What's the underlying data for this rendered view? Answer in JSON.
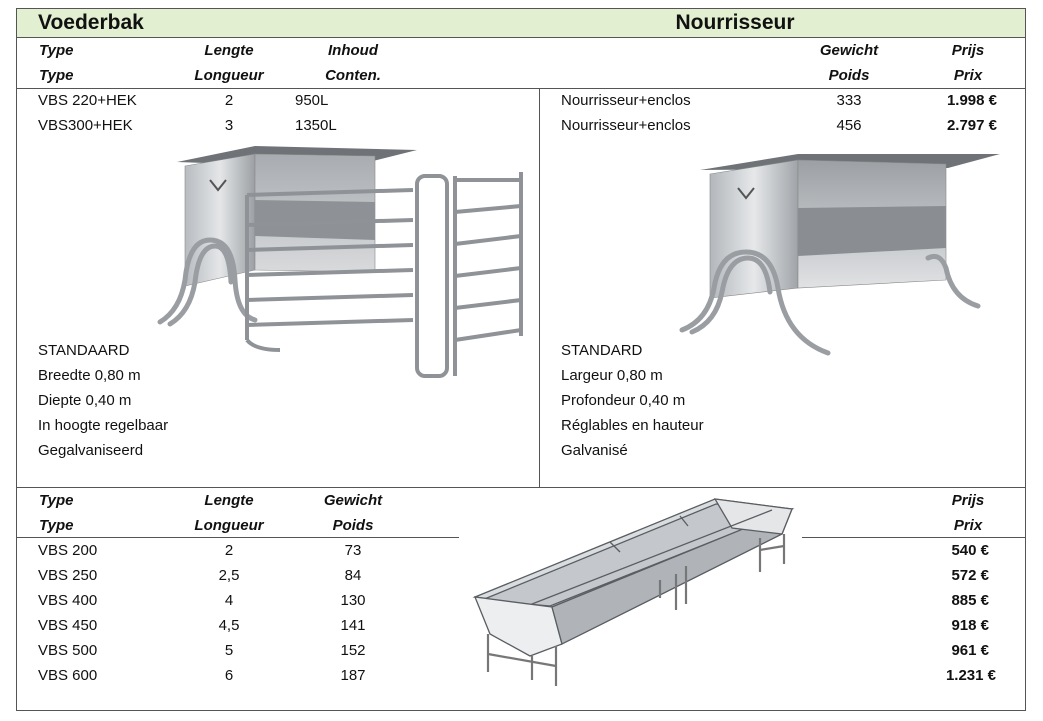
{
  "titles": {
    "left": "Voederbak",
    "right": "Nourrisseur"
  },
  "top_table": {
    "headers_nl": {
      "type": "Type",
      "length": "Lengte",
      "content": "Inhoud",
      "weight": "Gewicht",
      "price": "Prijs"
    },
    "headers_fr": {
      "type": "Type",
      "length": "Longueur",
      "content": "Conten.",
      "weight": "Poids",
      "price": "Prix"
    },
    "rows_nl": [
      {
        "type": "VBS 220+HEK",
        "length": "2",
        "content": "950L"
      },
      {
        "type": "VBS300+HEK",
        "length": "3",
        "content": "1350L"
      }
    ],
    "rows_fr": [
      {
        "name": "Nourrisseur+enclos",
        "weight": "333",
        "price": "1.998 €"
      },
      {
        "name": "Nourrisseur+enclos",
        "weight": "456",
        "price": "2.797 €"
      }
    ],
    "specs_nl": [
      "STANDAARD",
      "Breedte  0,80 m",
      "Diepte 0,40 m",
      "In hoogte regelbaar",
      "Gegalvaniseerd"
    ],
    "specs_fr": [
      "STANDARD",
      "Largeur 0,80 m",
      "Profondeur 0,40 m",
      "Réglables en hauteur",
      "Galvanisé"
    ]
  },
  "bottom_table": {
    "headers_nl": {
      "type": "Type",
      "length": "Lengte",
      "weight": "Gewicht",
      "price": "Prijs"
    },
    "headers_fr": {
      "type": "Type",
      "length": "Longueur",
      "weight": "Poids",
      "price": "Prix"
    },
    "rows": [
      {
        "type": "VBS 200",
        "length": "2",
        "weight": "73",
        "price": "540 €"
      },
      {
        "type": "VBS 250",
        "length": "2,5",
        "weight": "84",
        "price": "572 €"
      },
      {
        "type": "VBS 400",
        "length": "4",
        "weight": "130",
        "price": "885 €"
      },
      {
        "type": "VBS 450",
        "length": "4,5",
        "weight": "141",
        "price": "918 €"
      },
      {
        "type": "VBS 500",
        "length": "5",
        "weight": "152",
        "price": "961 €"
      },
      {
        "type": "VBS 600",
        "length": "6",
        "weight": "187",
        "price": "1.231 €"
      }
    ]
  }
}
